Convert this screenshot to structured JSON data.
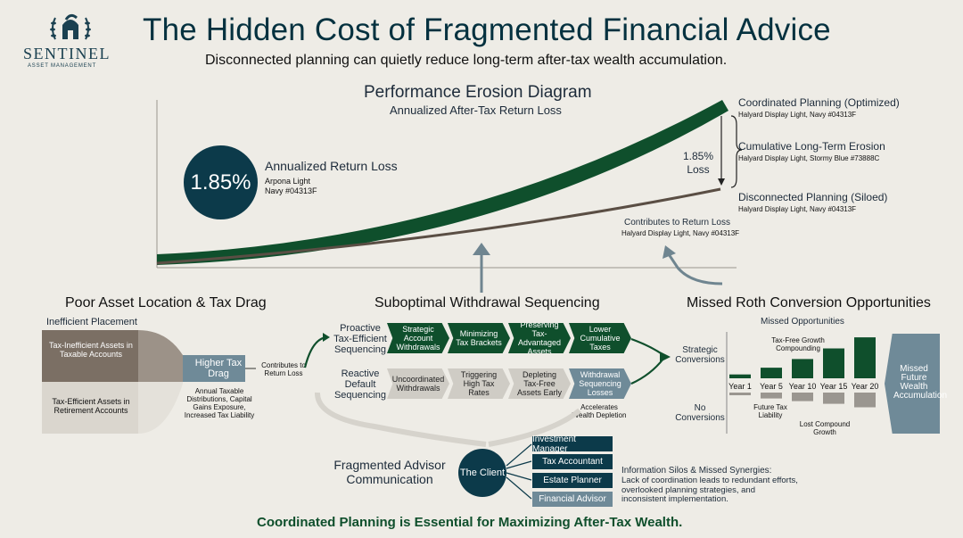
{
  "header": {
    "title": "The Hidden Cost of Fragmented Financial Advice",
    "subtitle": "Disconnected planning can quietly reduce long-term after-tax wealth accumulation.",
    "logo_name": "SENTINEL",
    "logo_sub": "ASSET MANAGEMENT",
    "logo_icon": "helmet-laurel-icon"
  },
  "chart": {
    "title": "Performance Erosion Diagram",
    "subtitle": "Annualized After-Tax Return Loss",
    "badge_value": "1.85%",
    "badge_label": "Annualized Return Loss",
    "badge_note1": "Arpona Light",
    "badge_note2": "Navy #04313F",
    "gap_value": "1.85%",
    "gap_label": "Loss",
    "lbl_coord": "Coordinated Planning (Optimized)",
    "lbl_coord_note": "Halyard Display Light, Navy #04313F",
    "lbl_erosion": "Cumulative Long-Term Erosion",
    "lbl_erosion_note": "Halyard Display Light, Stormy Blue #73888C",
    "lbl_disc": "Disconnected Planning (Siloed)",
    "lbl_disc_note": "Halyard Display Light, Navy #04313F",
    "lbl_contrib": "Contributes to Return Loss",
    "lbl_contrib_note": "Halyard Display Light, Navy #04313F",
    "colors": {
      "coordinated": "#0f4f2c",
      "disconnected": "#5a4e44",
      "navy": "#04313F"
    }
  },
  "asset_location": {
    "heading": "Poor Asset Location & Tax Drag",
    "placement_label": "Inefficient Placement",
    "box_taxable": "Tax-Inefficient Assets in Taxable Accounts",
    "box_retirement": "Tax-Efficient Assets in Retirement Accounts",
    "drag_label": "Higher Tax Drag",
    "drag_note": "Annual Taxable Distributions, Capital Gains Exposure, Increased Tax Liability",
    "contrib": "Contributes to Return Loss"
  },
  "withdrawal": {
    "heading": "Suboptimal Withdrawal Sequencing",
    "proactive_label": "Proactive Tax-Efficient Sequencing",
    "reactive_label": "Reactive Default Sequencing",
    "proactive_steps": [
      "Strategic Account Withdrawals",
      "Minimizing Tax Brackets",
      "Preserving Tax-Advantaged Assets",
      "Lower Cumulative Taxes"
    ],
    "reactive_steps": [
      "Uncoordinated Withdrawals",
      "Triggering High Tax Rates",
      "Depleting Tax-Free Assets Early",
      "Withdrawal Sequencing Losses"
    ],
    "accelerates": "Accelerates Wealth Depletion"
  },
  "roth": {
    "heading": "Missed Roth Conversion Opportunities",
    "missed_opps": "Missed Opportunities",
    "strategic": "Strategic Conversions",
    "no_conv": "No Conversions",
    "years": [
      "Year 1",
      "Year 5",
      "Year 10",
      "Year 15",
      "Year 20"
    ],
    "strategic_values": [
      0.08,
      0.22,
      0.4,
      0.62,
      0.85
    ],
    "no_conv_values": [
      0.1,
      0.22,
      0.32,
      0.42,
      0.55
    ],
    "growth": "Tax-Free Growth Compounding",
    "future_tax": "Future Tax Liability",
    "lost": "Lost Compound Growth",
    "result": "Missed Future Wealth Accumulation"
  },
  "advisors": {
    "heading": "Fragmented Advisor Communication",
    "client": "The Client",
    "items": [
      "Investment Manager",
      "Tax Accountant",
      "Estate Planner",
      "Financial Advisor"
    ],
    "silo_title": "Information Silos & Missed Synergies:",
    "silo_text": "Lack of coordination leads to redundant efforts, overlooked planning strategies, and inconsistent implementation."
  },
  "footer": {
    "tagline": "Coordinated Planning is Essential for Maximizing After-Tax Wealth."
  }
}
